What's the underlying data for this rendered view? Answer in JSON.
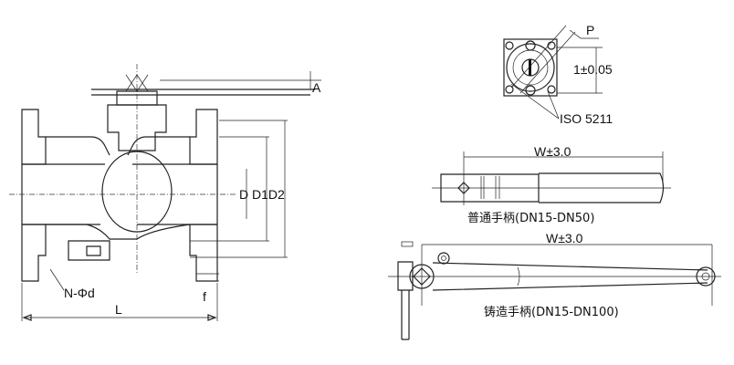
{
  "valve": {
    "label_a": "A",
    "label_diameters": "D D1D2",
    "label_bolts": "N-Φd",
    "label_f": "f",
    "label_l": "L"
  },
  "flange_top": {
    "label_p": "P",
    "label_tolerance": "1±0.05",
    "label_standard": "ISO 5211"
  },
  "handle_standard": {
    "dimension": "W±3.0",
    "caption": "普通手柄(DN15-DN50)"
  },
  "handle_cast": {
    "dimension": "W±3.0",
    "caption": "铸造手柄(DN15-DN100)"
  }
}
